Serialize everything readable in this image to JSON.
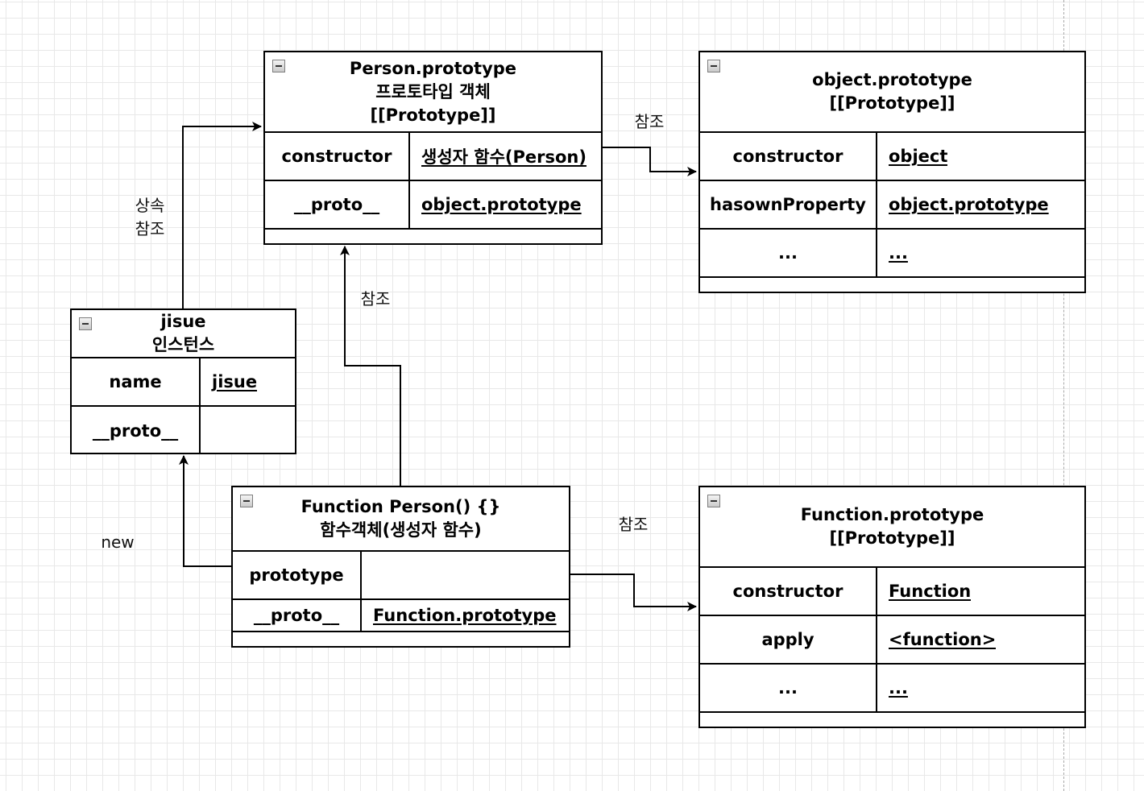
{
  "boxes": {
    "person_prototype": {
      "title": [
        "Person.prototype",
        "프로토타입 객체",
        "[[Prototype]]"
      ],
      "rows": [
        {
          "key": "constructor",
          "value": "생성자 함수(Person)"
        },
        {
          "key": "__proto__",
          "value": "object.prototype"
        }
      ]
    },
    "object_prototype": {
      "title": [
        "object.prototype",
        "[[Prototype]]"
      ],
      "rows": [
        {
          "key": "constructor",
          "value": "object"
        },
        {
          "key": "hasownProperty",
          "value": "object.prototype"
        },
        {
          "key": "...",
          "value": "..."
        }
      ]
    },
    "jisue_instance": {
      "title": [
        "jisue",
        "인스턴스"
      ],
      "rows": [
        {
          "key": "name",
          "value": "jisue"
        },
        {
          "key": "__proto__",
          "value": ""
        }
      ]
    },
    "function_person": {
      "title": [
        "Function Person() {}",
        "함수객체(생성자 함수)"
      ],
      "rows": [
        {
          "key": "prototype",
          "value": ""
        },
        {
          "key": "__proto__",
          "value": "Function.prototype"
        }
      ]
    },
    "function_prototype": {
      "title": [
        "Function.prototype",
        "[[Prototype]]"
      ],
      "rows": [
        {
          "key": "constructor",
          "value": "Function"
        },
        {
          "key": "apply",
          "value": "<function>"
        },
        {
          "key": "...",
          "value": "..."
        }
      ]
    }
  },
  "edge_labels": {
    "inherit_ref": [
      "상속",
      "참조"
    ],
    "ref_person_to_object": "참조",
    "ref_function_to_person_proto": "참조",
    "new": "new",
    "ref_function_to_function_proto": "참조"
  }
}
